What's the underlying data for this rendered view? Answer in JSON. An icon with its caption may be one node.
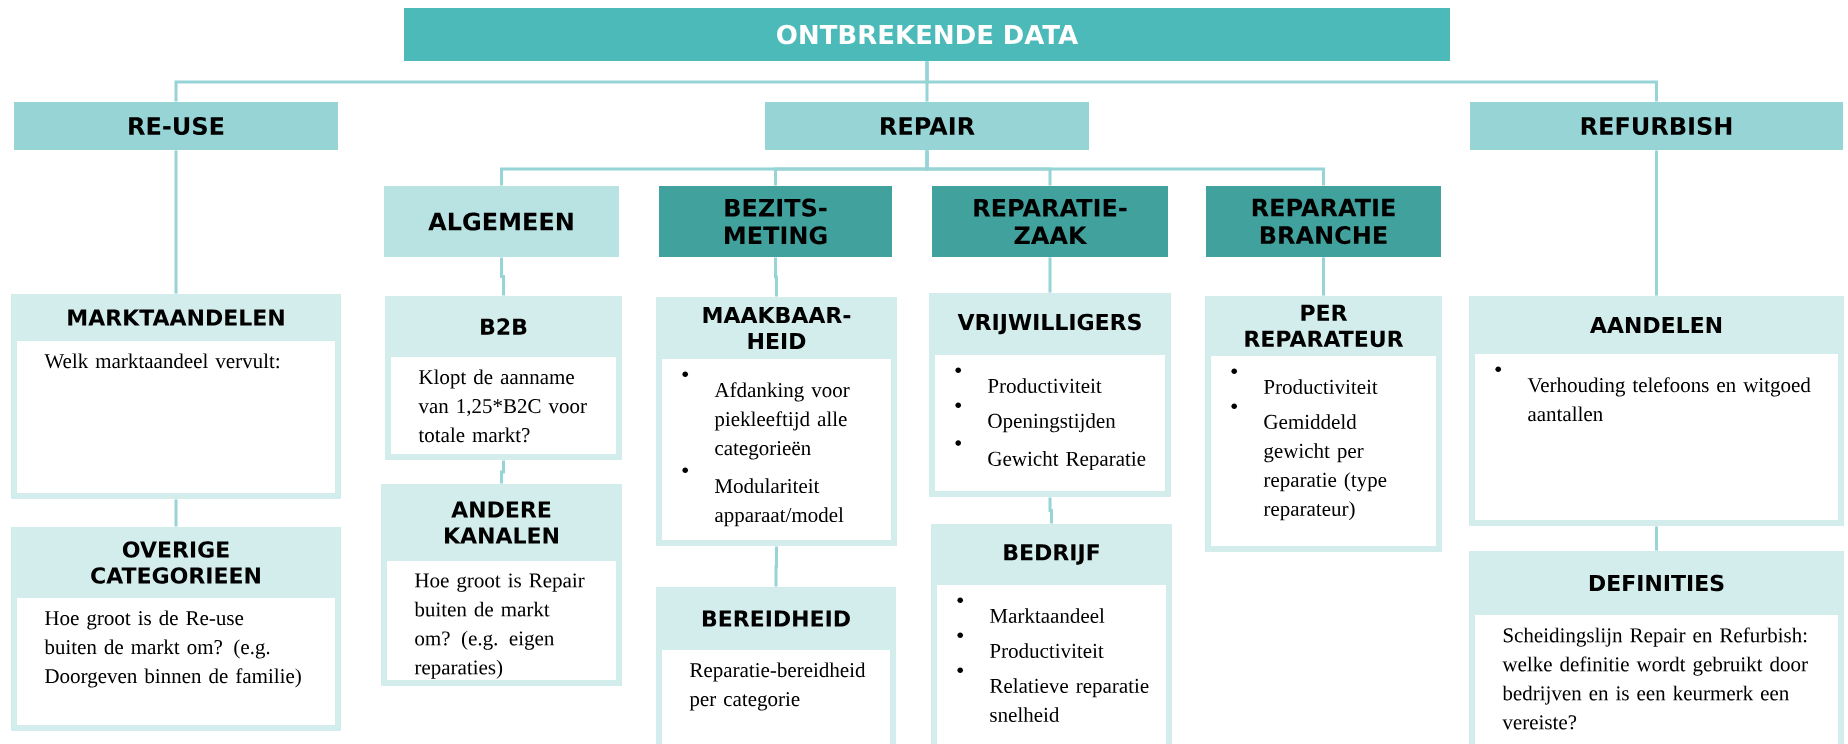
{
  "diagram": {
    "nodes": [
      {
        "text": [
          "ONTBREKENDE DATA"
        ]
      },
      {
        "text": [
          "RE-USE"
        ]
      },
      {
        "text": [
          "REPAIR"
        ]
      },
      {
        "text": [
          "REFURBISH"
        ]
      },
      {
        "text": [
          "ALGEMEEN"
        ]
      },
      {
        "text": [
          "BEZITS-METING"
        ]
      },
      {
        "text": [
          "REPARATIE-ZAAK"
        ]
      },
      {
        "text": [
          "REPARATIE BRANCHE"
        ]
      },
      {
        "text": [
          "MARKTAANDELEN",
          "Welk marktaandeel vervult:"
        ]
      },
      {
        "text": [
          "OVERIGE CATEGORIEEN",
          "Hoe groot is de Re-use buiten de markt om? (e.g. Doorgeven binnen de familie)"
        ]
      },
      {
        "text": [
          "B2B",
          "Klopt de aanname van 1,25*B2C voor totale markt?"
        ]
      },
      {
        "text": [
          "ANDERE KANALEN",
          "Hoe groot is Repair buiten de markt om? (e.g. eigen reparaties)"
        ]
      },
      {
        "text": [
          "MAAKBAAR-HEID",
          "Afdanking voor piekleeftijd alle categorieën",
          "Modulariteit apparaat/model"
        ]
      },
      {
        "text": [
          "BEREIDHEID",
          "Reparatie-bereidheid per categorie"
        ]
      },
      {
        "text": [
          "VRIJWILLIGERS",
          "Productiviteit",
          "Openingstijden",
          "Gewicht Reparatie"
        ]
      },
      {
        "text": [
          "BEDRIJF",
          "Marktaandeel",
          "Productiviteit",
          "Relatieve reparatie snelheid"
        ]
      },
      {
        "text": [
          "PER REPARATEUR",
          "Productiviteit",
          "Gemiddeld gewicht per reparatie (type reparateur)"
        ]
      },
      {
        "text": [
          "AANDELEN",
          "Verhouding telefoons en witgoed aantallen"
        ]
      },
      {
        "text": [
          "DEFINITIES",
          "Scheidingslijn Repair en Refurbish: welke definitie wordt gebruikt door bedrijven en is een keurmerk een vereiste?"
        ]
      }
    ],
    "edges": [
      {
        "from": 0,
        "to": 1,
        "arrow": "none"
      },
      {
        "from": 0,
        "to": 2,
        "arrow": "none"
      },
      {
        "from": 0,
        "to": 3,
        "arrow": "none"
      },
      {
        "from": 2,
        "to": 4,
        "arrow": "none"
      },
      {
        "from": 2,
        "to": 5,
        "arrow": "none"
      },
      {
        "from": 2,
        "to": 6,
        "arrow": "none"
      },
      {
        "from": 2,
        "to": 7,
        "arrow": "none"
      },
      {
        "from": 1,
        "to": 8,
        "arrow": "none"
      },
      {
        "from": 8,
        "to": 9,
        "arrow": "none"
      },
      {
        "from": 4,
        "to": 10,
        "arrow": "none"
      },
      {
        "from": 10,
        "to": 11,
        "arrow": "none"
      },
      {
        "from": 5,
        "to": 12,
        "arrow": "none"
      },
      {
        "from": 12,
        "to": 13,
        "arrow": "none"
      },
      {
        "from": 6,
        "to": 14,
        "arrow": "none"
      },
      {
        "from": 14,
        "to": 15,
        "arrow": "none"
      },
      {
        "from": 7,
        "to": 16,
        "arrow": "none"
      },
      {
        "from": 3,
        "to": 17,
        "arrow": "none"
      },
      {
        "from": 17,
        "to": 18,
        "arrow": "none"
      }
    ]
  }
}
